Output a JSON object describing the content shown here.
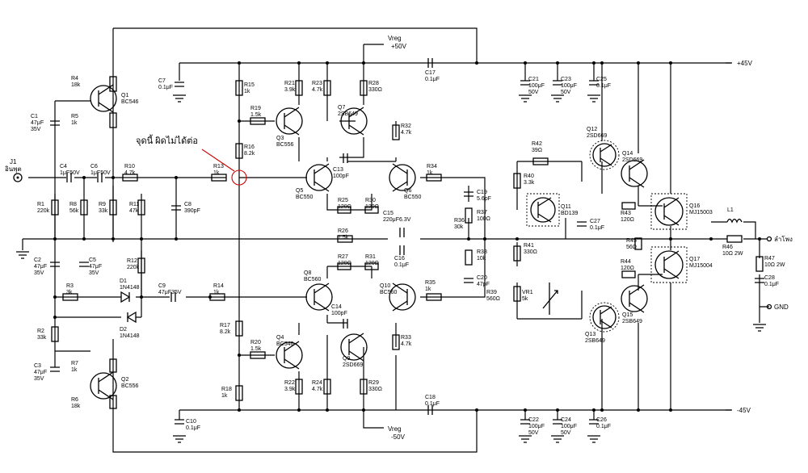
{
  "annotation": {
    "text": "จุดนี้ ผิดไม่ได้ต่อ",
    "color": "#cc0000"
  },
  "rails": {
    "pos_label": "+45V",
    "neg_label": "-45V",
    "vreg_pos": [
      "Vreg",
      "+50V"
    ],
    "vreg_neg": [
      "Vreg",
      "-50V"
    ],
    "gnd_label": "GND",
    "input_label": [
      "J1",
      "อินพุต"
    ],
    "output_label": "ลำโพง"
  },
  "components": {
    "R4": [
      "R4",
      "18k"
    ],
    "R5": [
      "R5",
      "1k"
    ],
    "C1": [
      "C1",
      "47μF",
      "35V"
    ],
    "Q1": [
      "Q1",
      "BC546"
    ],
    "C4": [
      "C4",
      "1μF50V"
    ],
    "C6": [
      "C6",
      "1μF50V"
    ],
    "R1": [
      "R1",
      "220k"
    ],
    "R8": [
      "R8",
      "56k"
    ],
    "R9": [
      "R9",
      "33k"
    ],
    "R10": [
      "R10",
      "4.7k"
    ],
    "R11": [
      "R11",
      "47k"
    ],
    "C8": [
      "C8",
      "390pF"
    ],
    "C2": [
      "C2",
      "47μF",
      "35V"
    ],
    "C5": [
      "C5",
      "47μF",
      "35V"
    ],
    "R3": [
      "R3",
      "3k"
    ],
    "D1": [
      "D1",
      "1N4148"
    ],
    "D2": [
      "D2",
      "1N4148"
    ],
    "R12": [
      "R12",
      "220k"
    ],
    "C9": [
      "C9",
      "47μF35V"
    ],
    "R14": [
      "R14",
      "1k"
    ],
    "R2": [
      "R2",
      "33k"
    ],
    "C3": [
      "C3",
      "47μF",
      "35V"
    ],
    "R7": [
      "R7",
      "1k"
    ],
    "R6": [
      "R6",
      "18k"
    ],
    "Q2": [
      "Q2",
      "BC556"
    ],
    "C7": [
      "C7",
      "0.1μF"
    ],
    "R15": [
      "R15",
      "1k"
    ],
    "R16": [
      "R16",
      "8.2k"
    ],
    "R19": [
      "R19",
      "1.5k"
    ],
    "Q3": [
      "Q3",
      "BC556"
    ],
    "R13": [
      "R13",
      "1k"
    ],
    "R21": [
      "R21",
      "3.9k"
    ],
    "R23": [
      "R23",
      "4.7k"
    ],
    "R28": [
      "R28",
      "330Ω"
    ],
    "Q7": [
      "Q7",
      "2SB649"
    ],
    "R32": [
      "R32",
      "4.7k"
    ],
    "C13": [
      "C13",
      "100pF"
    ],
    "Q5": [
      "Q5",
      "BC550"
    ],
    "Q6": [
      "Q6",
      "BC550"
    ],
    "R25": [
      "R25",
      "120Ω"
    ],
    "R30": [
      "R30",
      "120Ω"
    ],
    "R34": [
      "R34",
      "1k"
    ],
    "C15": [
      "C15",
      "220μF6.3V"
    ],
    "R26": [
      "R26",
      "1.5k"
    ],
    "C16": [
      "C16",
      "0.1μF"
    ],
    "R27": [
      "R27",
      "120Ω"
    ],
    "R31": [
      "R31",
      "120Ω"
    ],
    "R35": [
      "R35",
      "1k"
    ],
    "Q8": [
      "Q8",
      "BC560"
    ],
    "Q10": [
      "Q10",
      "BC560"
    ],
    "C14": [
      "C14",
      "100pF"
    ],
    "Q9": [
      "Q9",
      "2SD669"
    ],
    "R33": [
      "R33",
      "4.7k"
    ],
    "R17": [
      "R17",
      "8.2k"
    ],
    "R20": [
      "R20",
      "1.5k"
    ],
    "Q4": [
      "Q4",
      "BC546"
    ],
    "R18": [
      "R18",
      "1k"
    ],
    "R22": [
      "R22",
      "3.9k"
    ],
    "R24": [
      "R24",
      "4.7k"
    ],
    "R29": [
      "R29",
      "330Ω"
    ],
    "C10": [
      "C10",
      "0.1μF"
    ],
    "C17": [
      "C17",
      "0.1μF"
    ],
    "C18": [
      "C18",
      "0.1μF"
    ],
    "C19": [
      "C19",
      "5.6pF"
    ],
    "R37": [
      "R37",
      "100Ω"
    ],
    "R36": [
      "R36",
      "30k"
    ],
    "R38": [
      "R38",
      "10k"
    ],
    "C20": [
      "C20",
      "47pF"
    ],
    "C21": [
      "C21",
      "100μF",
      "50V"
    ],
    "C23": [
      "C23",
      "100μF",
      "50V"
    ],
    "C25": [
      "C25",
      "0.1μF"
    ],
    "C22": [
      "C22",
      "100μF",
      "50V"
    ],
    "C24": [
      "C24",
      "100μF",
      "50V"
    ],
    "C26": [
      "C26",
      "0.1μF"
    ],
    "R42": [
      "R42",
      "39Ω"
    ],
    "R40": [
      "R40",
      "3.3k"
    ],
    "Q11": [
      "Q11",
      "BD139"
    ],
    "R41": [
      "R41",
      "330Ω"
    ],
    "C27": [
      "C27",
      "0.1μF"
    ],
    "R39": [
      "R39",
      "560Ω"
    ],
    "VR1": [
      "VR1",
      "5k"
    ],
    "Q12": [
      "Q12",
      "2SD669"
    ],
    "Q14": [
      "Q14",
      "2SD669"
    ],
    "R43": [
      "R43",
      "120Ω"
    ],
    "R45": [
      "R45",
      "56Ω"
    ],
    "R44": [
      "R44",
      "120Ω"
    ],
    "Q13": [
      "Q13",
      "2SB649"
    ],
    "Q15": [
      "Q15",
      "2SB649"
    ],
    "Q16": [
      "Q16",
      "MJ15003"
    ],
    "Q17": [
      "Q17",
      "MJ15004"
    ],
    "L1": [
      "L1"
    ],
    "R46": [
      "R46",
      "10Ω 2W"
    ],
    "R47": [
      "R47",
      "10Ω 2W"
    ],
    "C28": [
      "C28",
      "0.1μF"
    ]
  }
}
